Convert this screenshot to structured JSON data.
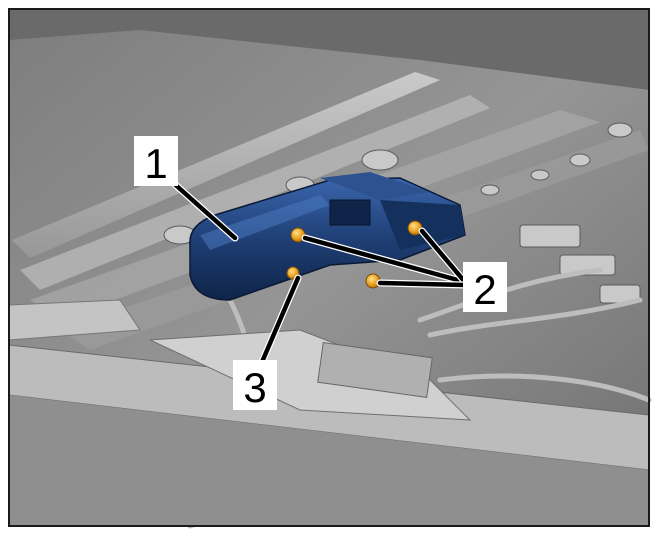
{
  "figure": {
    "callouts": [
      {
        "id": "1",
        "label": "1"
      },
      {
        "id": "2",
        "label": "2"
      },
      {
        "id": "3",
        "label": "3"
      }
    ]
  },
  "colors": {
    "frame_border": "#1a1a1a",
    "background_gray": "#8a8a8a",
    "component_blue": "#1f3f75",
    "bolt_orange": "#e8a020",
    "label_bg": "#ffffff",
    "leader_line": "#000000"
  },
  "icons": {
    "component": "actuator-motor-icon",
    "fastener": "bolt-icon"
  }
}
